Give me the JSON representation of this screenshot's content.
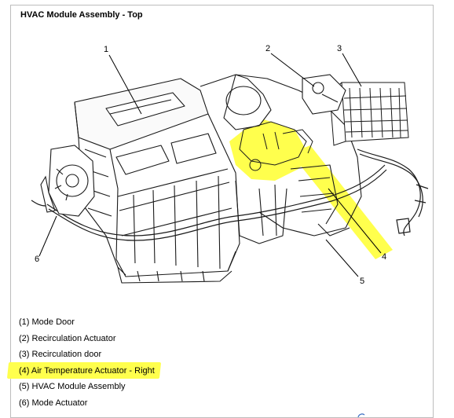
{
  "diagram": {
    "title": "HVAC Module Assembly - Top",
    "callouts": [
      {
        "num": "1"
      },
      {
        "num": "2"
      },
      {
        "num": "3"
      },
      {
        "num": "4"
      },
      {
        "num": "5"
      },
      {
        "num": "6"
      }
    ],
    "legend": [
      {
        "text": "(1) Mode Door",
        "highlighted": false
      },
      {
        "text": "(2) Recirculation Actuator",
        "highlighted": false
      },
      {
        "text": "(3) Recirculation door",
        "highlighted": false
      },
      {
        "text": "(4) Air Temperature Actuator - Right",
        "highlighted": true
      },
      {
        "text": "(5) HVAC Module Assembly",
        "highlighted": false
      },
      {
        "text": "(6) Mode Actuator",
        "highlighted": false
      }
    ],
    "highlight_color": "#ffff4d"
  }
}
